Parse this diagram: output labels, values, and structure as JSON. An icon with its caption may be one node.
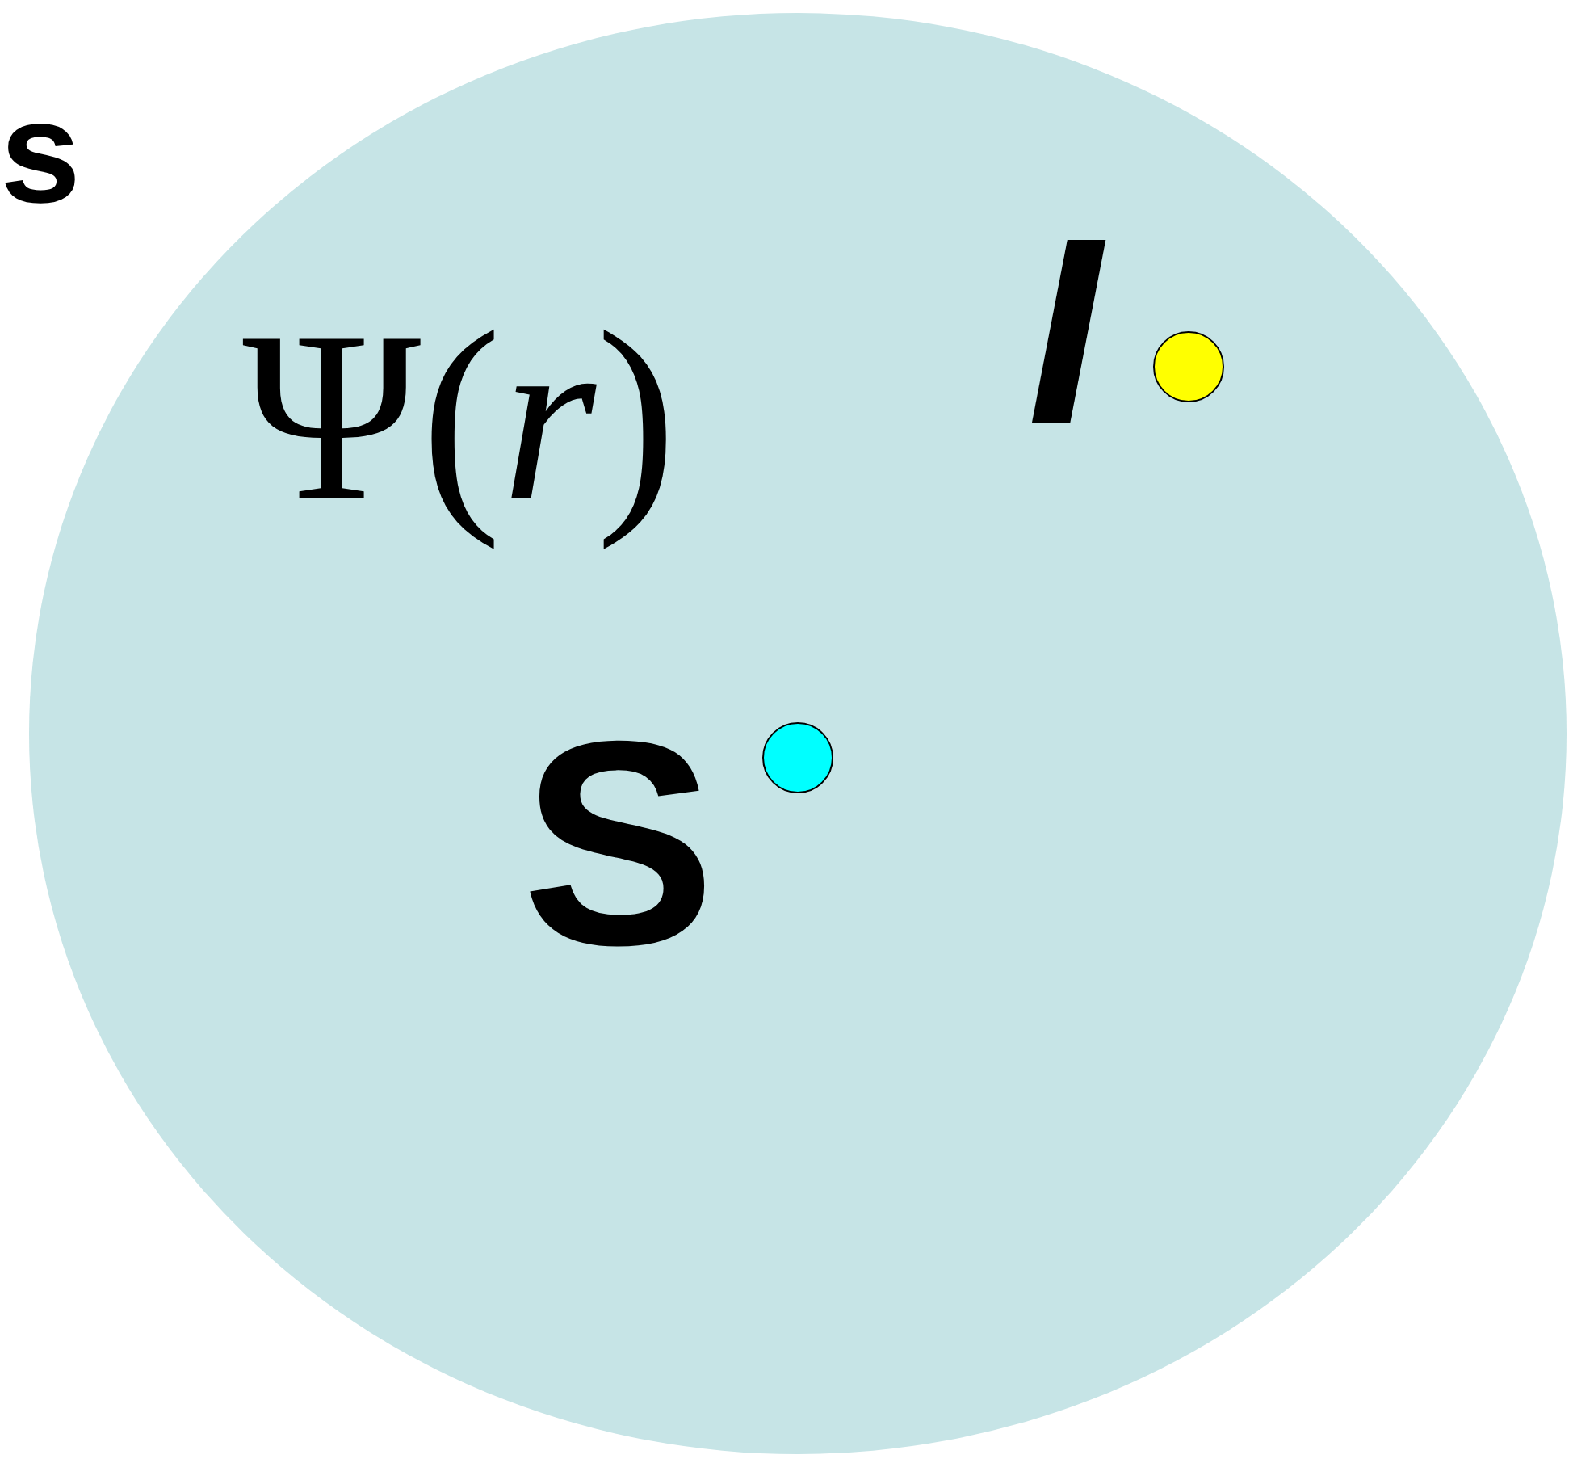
{
  "diagram": {
    "nodes": [
      {
        "text": [
          "Ψ(*r*)"
        ]
      },
      {
        "text": [],
        "shape": "circle",
        "in": 0,
        "beside": [
          "I"
        ]
      },
      {
        "text": [],
        "shape": "circle",
        "in": 0,
        "beside": [
          "S"
        ]
      }
    ],
    "labels": [
      "s"
    ]
  }
}
